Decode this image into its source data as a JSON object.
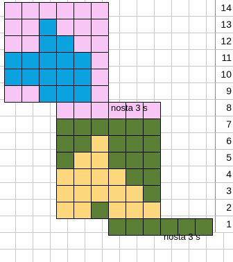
{
  "sheet": {
    "row_labels": [
      "14",
      "13",
      "12",
      "11",
      "10",
      "9",
      "8",
      "7",
      "6",
      "5",
      "4",
      "3",
      "2",
      "1"
    ],
    "notes": [
      "nosta 3 s",
      "nosta 3 s"
    ]
  },
  "colors": {
    "pink": "#f7c6f4",
    "blue": "#0aa3e0",
    "green": "#5a7f35",
    "yellow": "#fcd77c",
    "cell_border": "#000000",
    "gridline": "#c8c8c8"
  },
  "pattern": {
    "legend": {
      "P": "pink",
      "B": "blue",
      "G": "green",
      "Y": "yellow",
      ".": "empty"
    },
    "rows": [
      "PPPPPP......",
      "PPBPPP......",
      "PPBBPP......",
      "BBBBBP......",
      "BBBBBP......",
      "PPBBBP......",
      "...PPPPPP...",
      "...GGGGGG...",
      "...GGYGGG...",
      "...GYYGGG...",
      "...YYYYGG...",
      "...YYYYYG...",
      "...YYGYYY...",
      "......GGGGGG"
    ]
  }
}
